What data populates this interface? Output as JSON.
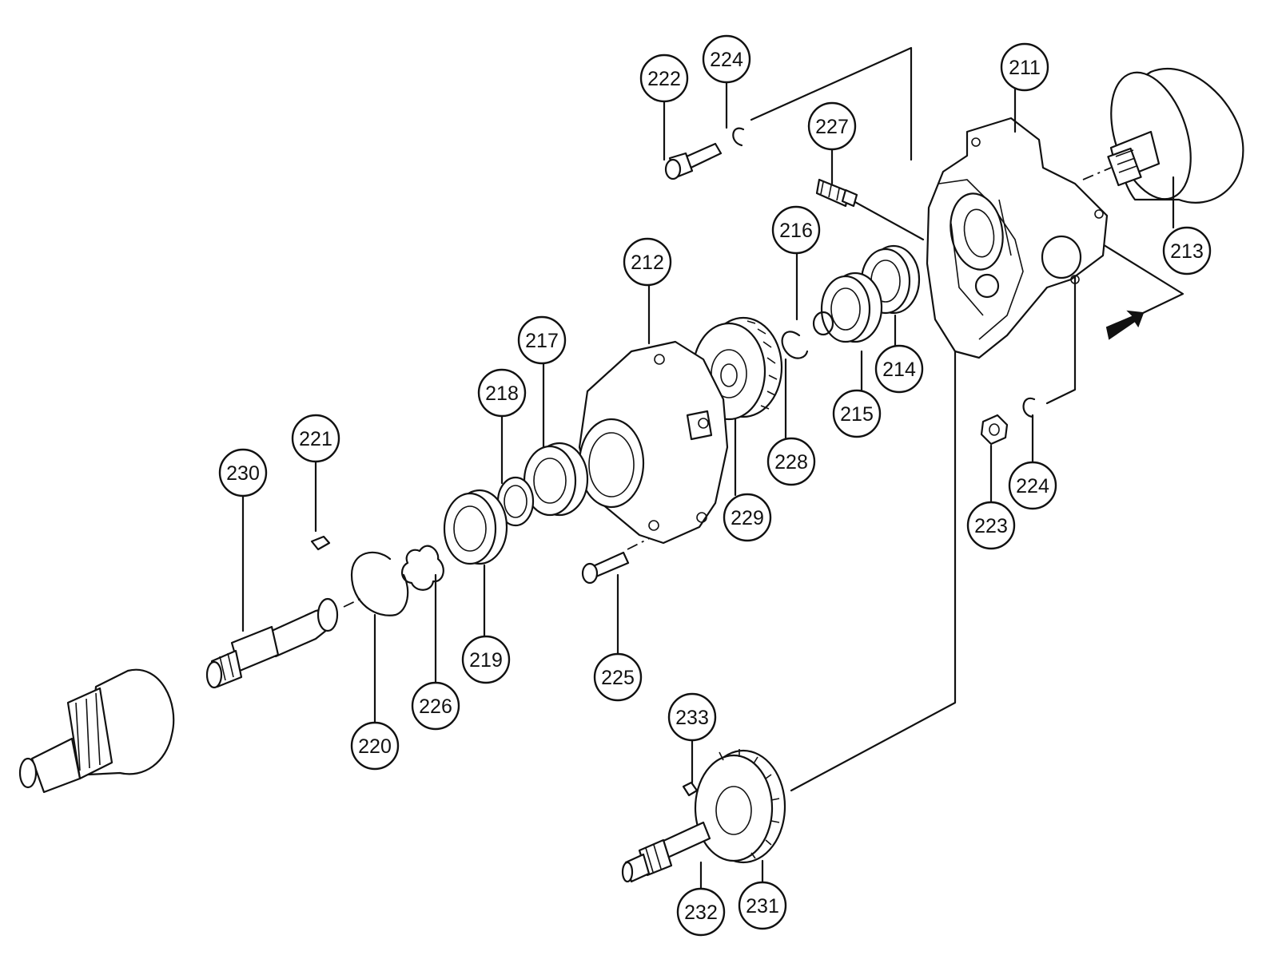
{
  "diagram": {
    "callouts": [
      {
        "id": "211",
        "label": "211"
      },
      {
        "id": "212",
        "label": "212"
      },
      {
        "id": "213",
        "label": "213"
      },
      {
        "id": "214",
        "label": "214"
      },
      {
        "id": "215",
        "label": "215"
      },
      {
        "id": "216",
        "label": "216"
      },
      {
        "id": "217",
        "label": "217"
      },
      {
        "id": "218",
        "label": "218"
      },
      {
        "id": "219",
        "label": "219"
      },
      {
        "id": "220",
        "label": "220"
      },
      {
        "id": "221",
        "label": "221"
      },
      {
        "id": "222",
        "label": "222"
      },
      {
        "id": "223",
        "label": "223"
      },
      {
        "id": "224a",
        "label": "224"
      },
      {
        "id": "224b",
        "label": "224"
      },
      {
        "id": "225",
        "label": "225"
      },
      {
        "id": "226",
        "label": "226"
      },
      {
        "id": "227",
        "label": "227"
      },
      {
        "id": "228",
        "label": "228"
      },
      {
        "id": "229",
        "label": "229"
      },
      {
        "id": "230",
        "label": "230"
      },
      {
        "id": "231",
        "label": "231"
      },
      {
        "id": "232",
        "label": "232"
      },
      {
        "id": "233",
        "label": "233"
      }
    ]
  }
}
